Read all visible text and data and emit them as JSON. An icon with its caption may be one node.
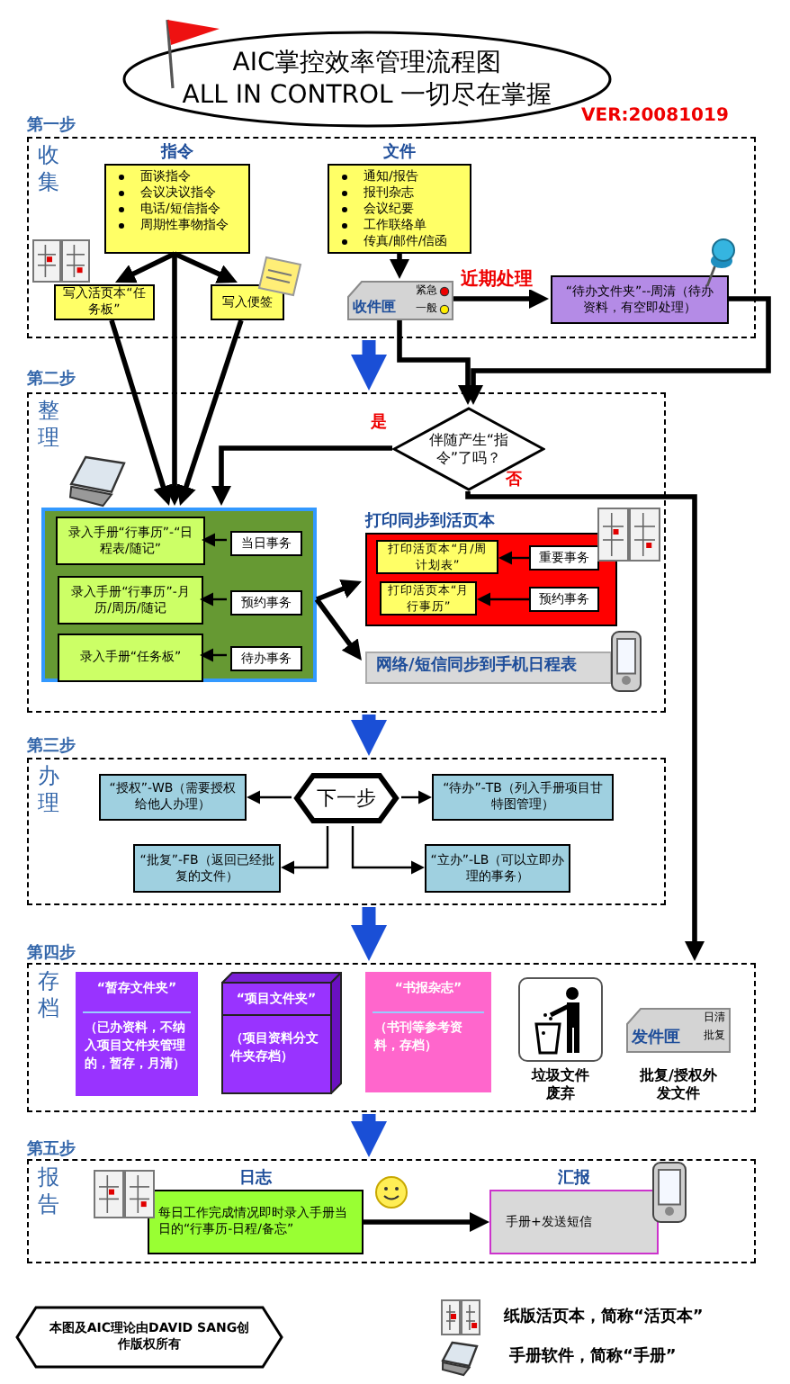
{
  "diagram": {
    "nodes": [
      {
        "text": [
          "AIC掌控效率管理流程图",
          "ALL IN CONTROL 一切尽在掌握"
        ]
      },
      {
        "text": [
          "第一步",
          "收集"
        ]
      },
      {
        "text": [
          "指令",
          "面谈指令",
          "会议决议指令",
          "电话/短信指令",
          "周期性事物指令"
        ],
        "in": 1
      },
      {
        "text": [
          "写入活页本“任务板”"
        ],
        "in": 1
      },
      {
        "text": [
          "写入便签"
        ],
        "in": 1
      },
      {
        "text": [
          "文件",
          "通知/报告",
          "报刊杂志",
          "会议纪要",
          "工作联络单",
          "传真/邮件/信函"
        ],
        "in": 1
      },
      {
        "text": [
          "收件匣",
          "紧急",
          "一般"
        ],
        "in": 1
      },
      {
        "text": [
          "“待办文件夹”--周清（待办资料，有空即处理）"
        ],
        "in": 1
      },
      {
        "text": [
          "第二步",
          "整理"
        ]
      },
      {
        "text": [
          "伴随产生“指令”了吗？"
        ],
        "in": 8
      },
      {
        "text": [],
        "shape": "box",
        "in": 8
      },
      {
        "text": [
          "录入手册“行事历”-“日程表/随记”"
        ],
        "in": 10
      },
      {
        "text": [
          "录入手册“行事历”-月历/周历/随记"
        ],
        "in": 10
      },
      {
        "text": [
          "录入手册“任务板”"
        ],
        "in": 10
      },
      {
        "text": [
          "当日事务"
        ],
        "in": 10
      },
      {
        "text": [
          "预约事务"
        ],
        "in": 10
      },
      {
        "text": [
          "待办事务"
        ],
        "in": 10
      },
      {
        "text": [
          "打印同步到活页本"
        ],
        "in": 8
      },
      {
        "text": [
          "打印活页本“月/周计划表”"
        ],
        "in": 17
      },
      {
        "text": [
          "打印活页本“月行事历”"
        ],
        "in": 17
      },
      {
        "text": [
          "重要事务"
        ],
        "in": 17
      },
      {
        "text": [
          "预约事务"
        ],
        "in": 17
      },
      {
        "text": [
          "网络/短信同步到手机日程表"
        ],
        "in": 8
      },
      {
        "text": [
          "第三步",
          "办理"
        ]
      },
      {
        "text": [
          "“授权”-WB（需要授权给他人办理）"
        ],
        "in": 23
      },
      {
        "text": [
          "下一步"
        ],
        "in": 23
      },
      {
        "text": [
          "“待办”-TB（列入手册项目甘特图管理）"
        ],
        "in": 23
      },
      {
        "text": [
          "“批复”-FB（返回已经批复的文件）"
        ],
        "in": 23
      },
      {
        "text": [
          "“立办”-LB（可以立即办理的事务）"
        ],
        "in": 23
      },
      {
        "text": [
          "第四步",
          "存档"
        ]
      },
      {
        "text": [
          "“暂存文件夹”",
          "（已办资料，不纳入项目文件夹管理的，暂存，月清）"
        ],
        "in": 29
      },
      {
        "text": [
          "“项目文件夹”",
          "（项目资料分文件夹存档）"
        ],
        "in": 29
      },
      {
        "text": [
          "“书报杂志”",
          "（书刊等参考资料，存档）"
        ],
        "in": 29
      },
      {
        "text": [],
        "shape": "picture",
        "beside": [
          "垃圾文件废弃"
        ],
        "in": 29
      },
      {
        "text": [
          "发件匣",
          "日清",
          "批复"
        ],
        "beside": [
          "批复/授权外发文件"
        ],
        "in": 29
      },
      {
        "text": [
          "第五步",
          "报告"
        ]
      },
      {
        "text": [
          "日志",
          "每日工作完成情况即时录入手册当日的“行事历-日程/备忘”"
        ],
        "in": 35
      },
      {
        "text": [
          "汇报",
          "手册+发送短信"
        ],
        "in": 35
      },
      {
        "text": [
          "本图及AIC理论由DAVID SANG创作版权所有"
        ]
      }
    ],
    "edges": [
      {
        "from": 1,
        "to": 8,
        "arrow": "to",
        "style": "thick",
        "color": "#1a4fd6"
      },
      {
        "from": 2,
        "to": 3,
        "arrow": "to"
      },
      {
        "from": 2,
        "to": 4,
        "arrow": "to"
      },
      {
        "from": 2,
        "to": 10,
        "arrow": "to"
      },
      {
        "from": 3,
        "to": 10,
        "arrow": "to"
      },
      {
        "from": 4,
        "to": 10,
        "arrow": "to"
      },
      {
        "from": 5,
        "to": 6,
        "arrow": "to"
      },
      {
        "from": 6,
        "to": 7,
        "arrow": "to",
        "label": "近期处理"
      },
      {
        "from": 6,
        "to": 9,
        "arrow": "to"
      },
      {
        "from": 7,
        "to": 9,
        "arrow": "to"
      },
      {
        "from": 9,
        "to": 10,
        "arrow": "to",
        "label": "是"
      },
      {
        "from": 9,
        "to": 29,
        "arrow": "to",
        "label": "否"
      },
      {
        "from": 14,
        "to": 11,
        "arrow": "to"
      },
      {
        "from": 15,
        "to": 12,
        "arrow": "to"
      },
      {
        "from": 16,
        "to": 13,
        "arrow": "to"
      },
      {
        "from": 10,
        "to": 17,
        "arrow": "to"
      },
      {
        "from": 10,
        "to": 22,
        "arrow": "to"
      },
      {
        "from": 20,
        "to": 18,
        "arrow": "to"
      },
      {
        "from": 21,
        "to": 19,
        "arrow": "to"
      },
      {
        "from": 8,
        "to": 23,
        "arrow": "to",
        "style": "thick",
        "color": "#1a4fd6"
      },
      {
        "from": 25,
        "to": 24,
        "arrow": "to"
      },
      {
        "from": 25,
        "to": 26,
        "arrow": "to"
      },
      {
        "from": 25,
        "to": 27,
        "arrow": "to"
      },
      {
        "from": 25,
        "to": 28,
        "arrow": "to"
      },
      {
        "from": 23,
        "to": 29,
        "arrow": "to",
        "style": "thick",
        "color": "#1a4fd6"
      },
      {
        "from": 29,
        "to": 35,
        "arrow": "to",
        "style": "thick",
        "color": "#1a4fd6"
      },
      {
        "from": 36,
        "to": 37,
        "arrow": "to"
      }
    ],
    "labels": [
      "VER:20081019"
    ],
    "legend": [
      {
        "text": "纸版活页本，简称“活页本”"
      },
      {
        "text": "手册软件，简称“手册”"
      }
    ]
  }
}
